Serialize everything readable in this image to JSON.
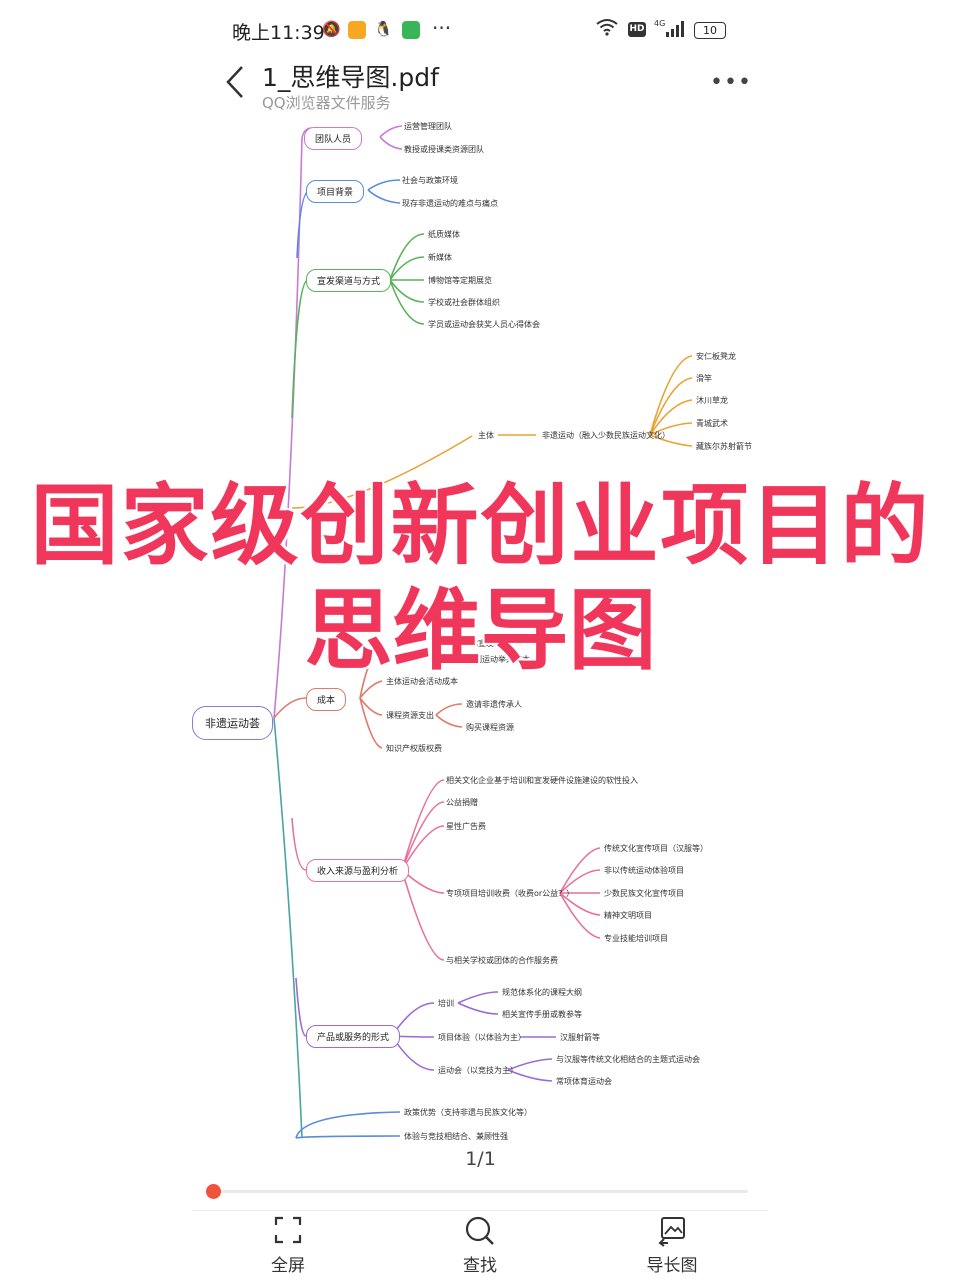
{
  "status_bar": {
    "time": "晚上11:39",
    "battery": "10"
  },
  "header": {
    "title": "1_思维导图.pdf",
    "subtitle": "QQ浏览器文件服务"
  },
  "overlay": {
    "line1": "国家级创新创业项目的",
    "line2": "思维导图"
  },
  "mindmap": {
    "root": "非遗运动荟",
    "branches": {
      "team": {
        "label": "团队人员",
        "items": [
          "运营管理团队",
          "教授或授课类资源团队"
        ]
      },
      "background": {
        "label": "项目背景",
        "items": [
          "社会与政策环境",
          "现存非遗运动的难点与痛点"
        ]
      },
      "channels": {
        "label": "宣发渠道与方式",
        "items": [
          "纸质媒体",
          "新媒体",
          "博物馆等定期展览",
          "学校或社会群体组织",
          "学员或运动会获奖人员心得体会"
        ]
      },
      "subject": {
        "label": "主体",
        "main": "非遗运动（融入少数民族运动文化）",
        "items": [
          "安仁板凳龙",
          "滑竿",
          "沐川草龙",
          "青城武术",
          "藏族尔苏射箭节"
        ]
      },
      "cost": {
        "label": "成本",
        "items": [
          "主体运动会活动成本",
          "课程资源支出",
          "知识产权版权费"
        ],
        "sub": [
          "邀请非遗传承人",
          "购买课程资源"
        ],
        "frag": [
          "媒体宣发",
          "系列运动举办成本"
        ]
      },
      "revenue": {
        "label": "收入来源与盈利分析",
        "items": [
          "相关文化企业基于培训和宣发硬件设施建设的软性投入",
          "公益捐赠",
          "星性广告费",
          "专项项目培训收费（收费or公益？）",
          "与相关学校或团体的合作服务费"
        ],
        "sub": [
          "传统文化宣传项目（汉服等）",
          "非以传统运动体验项目",
          "少数民族文化宣传项目",
          "精神文明项目",
          "专业技能培训项目"
        ]
      },
      "product": {
        "label": "产品或服务的形式",
        "items": [
          "培训",
          "项目体验（以体验为主）",
          "运动会（以竞技为主）"
        ],
        "sub": [
          "规范体系化的课程大纲",
          "相关宣传手册或教参等",
          "汉服射箭等",
          "与汉服等传统文化相结合的主题式运动会",
          "常项体育运动会"
        ]
      },
      "policy": {
        "items": [
          "政策优势（支持非遗与民族文化等）",
          "体验与竞技相结合、兼顾性强"
        ]
      }
    }
  },
  "pager": {
    "text": "1/1",
    "progress": 0
  },
  "toolbar": {
    "fullscreen": "全屏",
    "search": "查找",
    "long_image": "导长图"
  }
}
